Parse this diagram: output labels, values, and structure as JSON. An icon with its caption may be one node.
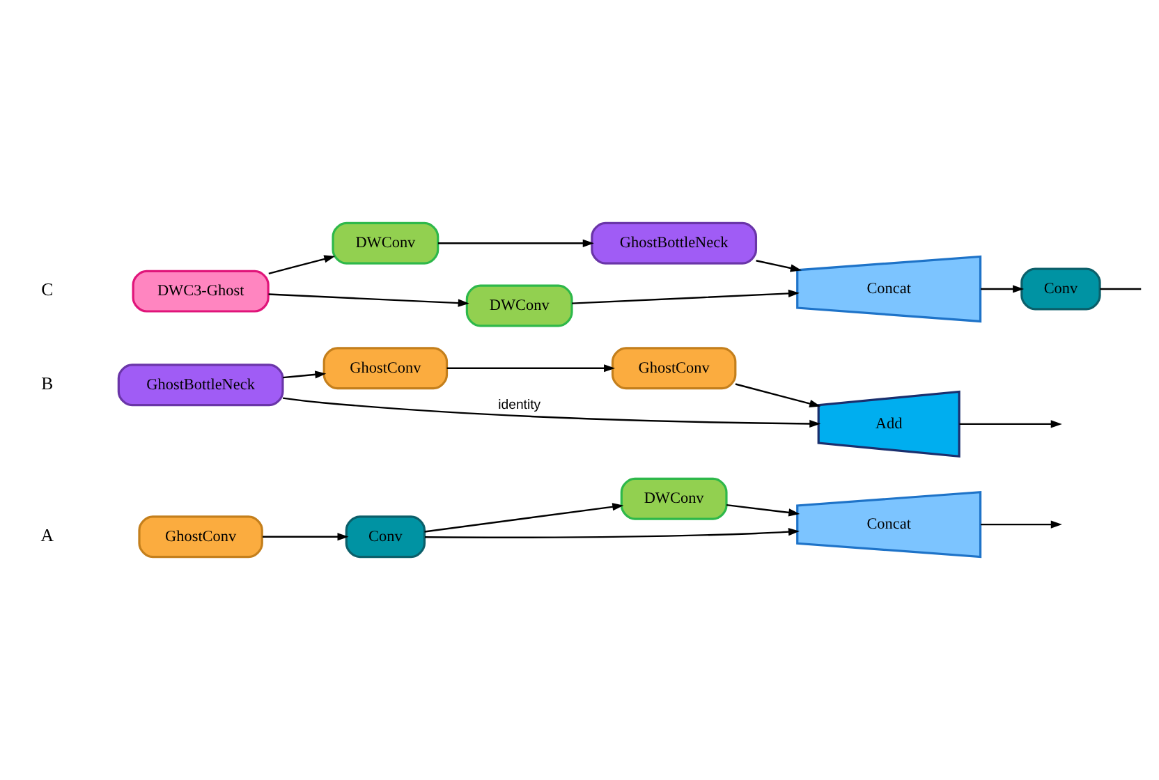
{
  "diagram": {
    "nodes": [
      {
        "text": [
          "GhostConv"
        ]
      },
      {
        "text": [
          "Conv"
        ]
      },
      {
        "text": [
          "DWConv"
        ]
      },
      {
        "text": [
          "Concat"
        ]
      },
      {
        "text": [
          "GhostBottleNeck"
        ]
      },
      {
        "text": [
          "GhostConv"
        ]
      },
      {
        "text": [
          "GhostConv"
        ]
      },
      {
        "text": [
          "Add"
        ]
      },
      {
        "text": [
          "DWC3-Ghost"
        ]
      },
      {
        "text": [
          "DWConv"
        ]
      },
      {
        "text": [
          "GhostBottleNeck"
        ]
      },
      {
        "text": [
          "Concat"
        ]
      },
      {
        "text": [
          "Conv"
        ]
      },
      {
        "text": [
          "DWConv"
        ]
      }
    ],
    "edges": [
      {
        "from": 0,
        "to": 1,
        "arrow": "to"
      },
      {
        "from": 1,
        "to": 3,
        "arrow": "to"
      },
      {
        "from": 1,
        "to": 2,
        "arrow": "to"
      },
      {
        "from": 2,
        "to": 3,
        "arrow": "to"
      },
      {
        "from": 3,
        "to": null,
        "arrow": "to"
      },
      {
        "from": 4,
        "to": 5,
        "arrow": "to"
      },
      {
        "from": 5,
        "to": 6,
        "arrow": "to"
      },
      {
        "from": 6,
        "to": 7,
        "arrow": "to"
      },
      {
        "from": 4,
        "to": 7,
        "arrow": "to",
        "label": "identity"
      },
      {
        "from": 7,
        "to": null,
        "arrow": "to"
      },
      {
        "from": 8,
        "to": 9,
        "arrow": "to"
      },
      {
        "from": 9,
        "to": 10,
        "arrow": "to"
      },
      {
        "from": 10,
        "to": 11,
        "arrow": "to"
      },
      {
        "from": 8,
        "to": 13,
        "arrow": "to"
      },
      {
        "from": 13,
        "to": 11,
        "arrow": "to"
      },
      {
        "from": 11,
        "to": 12,
        "arrow": "to"
      },
      {
        "from": 12,
        "to": null,
        "arrow": "none"
      }
    ],
    "labels": [
      "A",
      "B",
      "C"
    ]
  }
}
